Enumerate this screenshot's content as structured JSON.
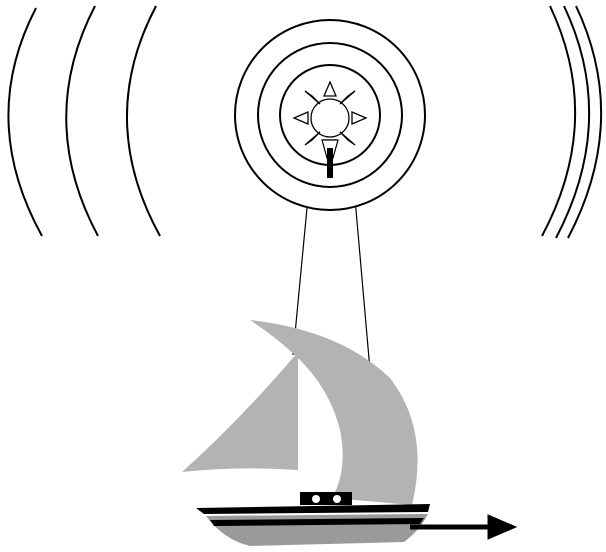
{
  "colors": {
    "background": "#ffffff",
    "ink": "#000000",
    "sail": "#b3b3b3",
    "hull_lower": "#9a9a9a",
    "porthole": "#ffffff"
  },
  "elements": {
    "wave_arcs_left": {
      "count": 3,
      "icon": "radio-wave-arcs"
    },
    "wave_arcs_right": {
      "count": 3,
      "icon": "radio-wave-arcs"
    },
    "beacon": {
      "icon": "sun-emitter-icon",
      "rings": 3,
      "rays": 8
    },
    "beam": {
      "icon": "signal-beam"
    },
    "boat": {
      "icon": "sailboat-icon",
      "sails": 2,
      "portholes": 2
    },
    "motion_arrow": {
      "icon": "arrow-right-icon"
    }
  }
}
